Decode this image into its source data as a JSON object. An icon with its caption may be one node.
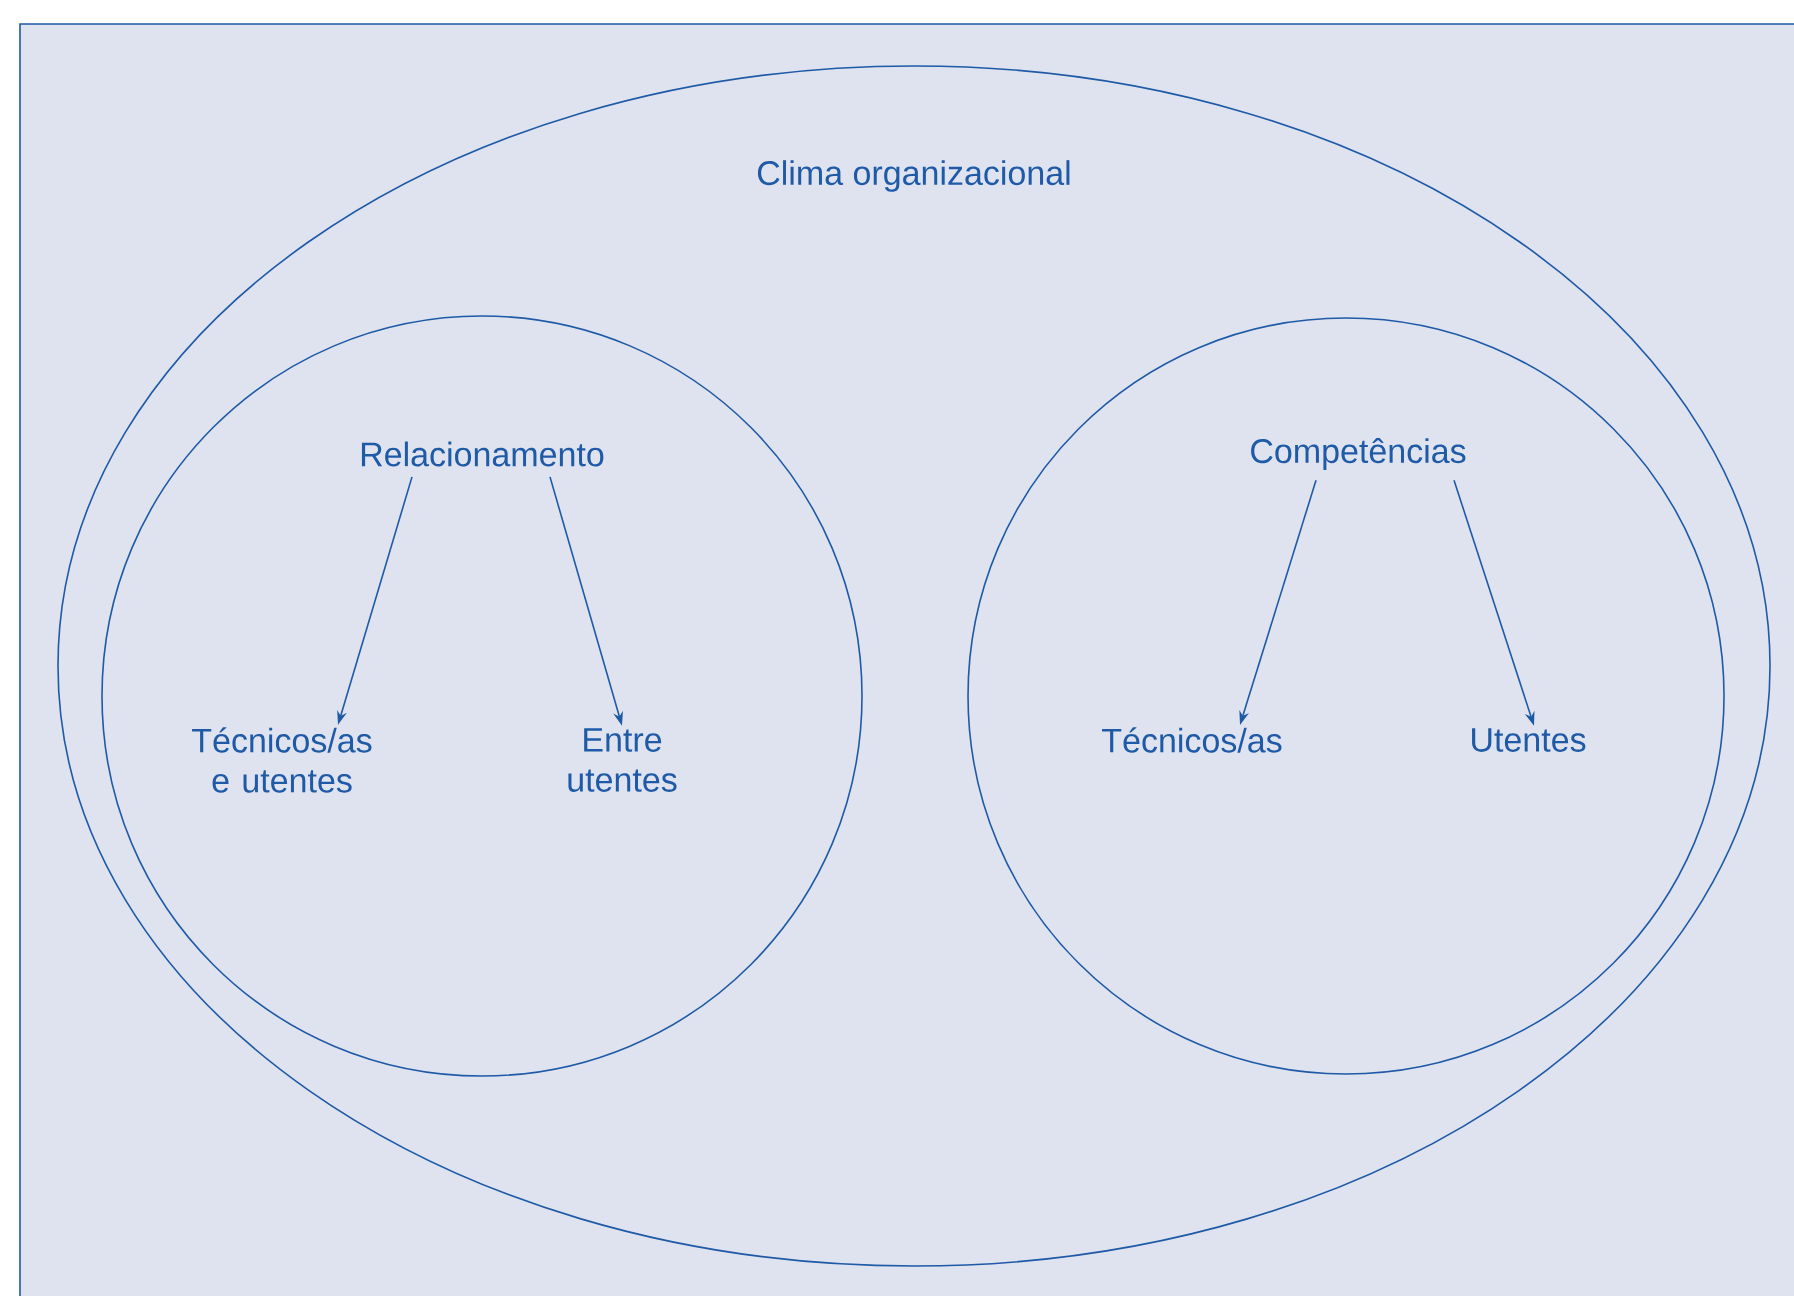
{
  "diagram": {
    "nodes": [
      {
        "text": [
          "Clima organizacional"
        ]
      },
      {
        "text": [],
        "shape": "circle",
        "in": 0
      },
      {
        "text": [
          "Relacionamento"
        ],
        "in": 1
      },
      {
        "text": [
          "Técnicos/as e utentes"
        ],
        "in": 1
      },
      {
        "text": [
          "Entre utentes"
        ],
        "in": 1
      },
      {
        "text": [],
        "shape": "circle",
        "in": 0
      },
      {
        "text": [
          "Competências"
        ],
        "in": 5
      },
      {
        "text": [
          "Técnicos/as"
        ],
        "in": 5
      },
      {
        "text": [
          "Utentes"
        ],
        "in": 5
      }
    ],
    "edges": [
      {
        "from": 2,
        "to": 3,
        "arrow": "to"
      },
      {
        "from": 2,
        "to": 4,
        "arrow": "to"
      },
      {
        "from": 6,
        "to": 7,
        "arrow": "to"
      },
      {
        "from": 6,
        "to": 8,
        "arrow": "to"
      }
    ]
  }
}
